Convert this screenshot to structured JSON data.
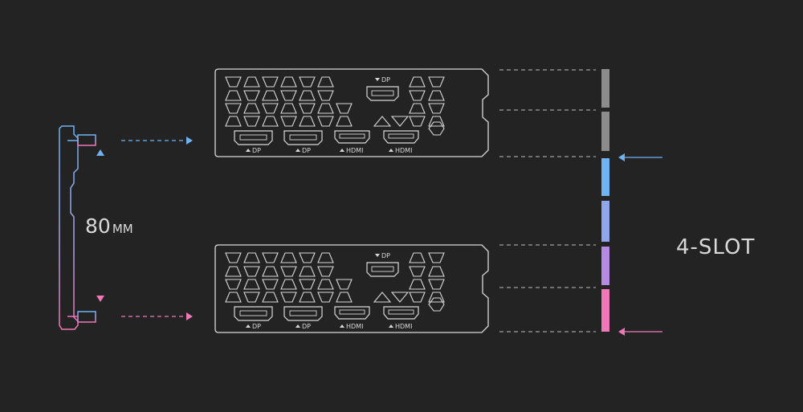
{
  "measurement": {
    "value": "80",
    "unit": "MM"
  },
  "slot_label": "4-SLOT",
  "brackets": [
    {
      "ports_bottom": [
        "DP",
        "DP",
        "HDMI",
        "HDMI"
      ],
      "port_top": "DP"
    },
    {
      "ports_bottom": [
        "DP",
        "DP",
        "HDMI",
        "HDMI"
      ],
      "port_top": "DP"
    }
  ],
  "colors": {
    "background": "#232323",
    "outline": "#d9d9d9",
    "blue": "#6fb3f2",
    "pink": "#ee78b8",
    "gray_slot": "#8c8c8c",
    "purple": "#b48ae3"
  }
}
